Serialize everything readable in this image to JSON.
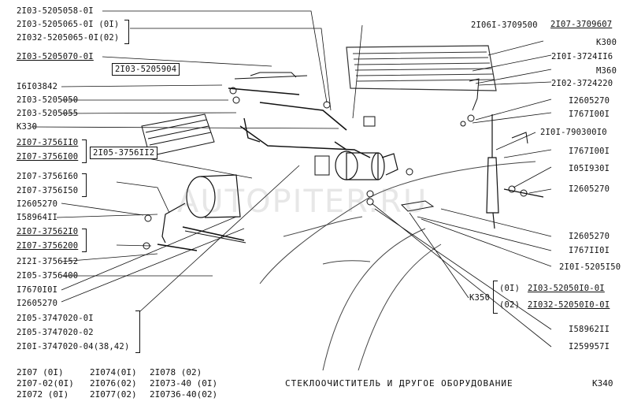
{
  "watermark": "AUTOPITER.RU",
  "page_code": "K340",
  "footer": {
    "title": "СТЕКЛООЧИСТИТЕЛЬ И ДРУГОЕ ОБОРУДОВАНИЕ",
    "models": [
      "2I07    (0I)",
      "2I07-02(0I)",
      "2I072   (0I)",
      "2I074(0I)",
      "2I076(02)",
      "2I077(02)",
      "2I078    (02)",
      "2I073-40 (0I)",
      "2I0736-40(02)"
    ]
  },
  "left_labels": [
    "2I03-5205058-0I",
    "2I03-5205065-0I (0I)",
    "2I032-5205065-0I(02)",
    "2I03-5205070-0I",
    "I6I03842",
    "2I03-5205050",
    "2I03-5205055",
    "K330",
    "2I07-3756II0",
    "2I07-3756I00",
    "2I07-3756I60",
    "2I07-3756I50",
    "I2605270",
    "I58964II",
    "2I07-37562I0",
    "2I07-3756200",
    "2I2I-3756I52",
    "2I05-3756400",
    "I7670I0I",
    "I2605270",
    "2I05-3747020-0I",
    "2I05-3747020-02",
    "2I0I-3747020-04(38,42)"
  ],
  "center_labels": {
    "blade_pair": "2I03-5205904",
    "motor_bracket": "2I05-3756II2"
  },
  "top_right_labels": {
    "a": "2I06I-3709500",
    "b": "2I07-3709607"
  },
  "right_labels": [
    "K300",
    "2I0I-3724II6",
    "M360",
    "2I02-3724220",
    "I2605270",
    "I767I00I",
    "2I0I-790300I0",
    "I767I00I",
    "I05I930I",
    "I2605270",
    "I2605270",
    "I767II0I",
    "2I0I-5205I50"
  ],
  "k350": {
    "code": "K350",
    "opt1_tag": "(0I)",
    "opt1_part": "2I03-52050I0-0I",
    "opt2_tag": "(02)",
    "opt2_part": "2I032-52050I0-0I"
  },
  "bottom_right_labels": [
    "I58962II",
    "I259957I"
  ]
}
